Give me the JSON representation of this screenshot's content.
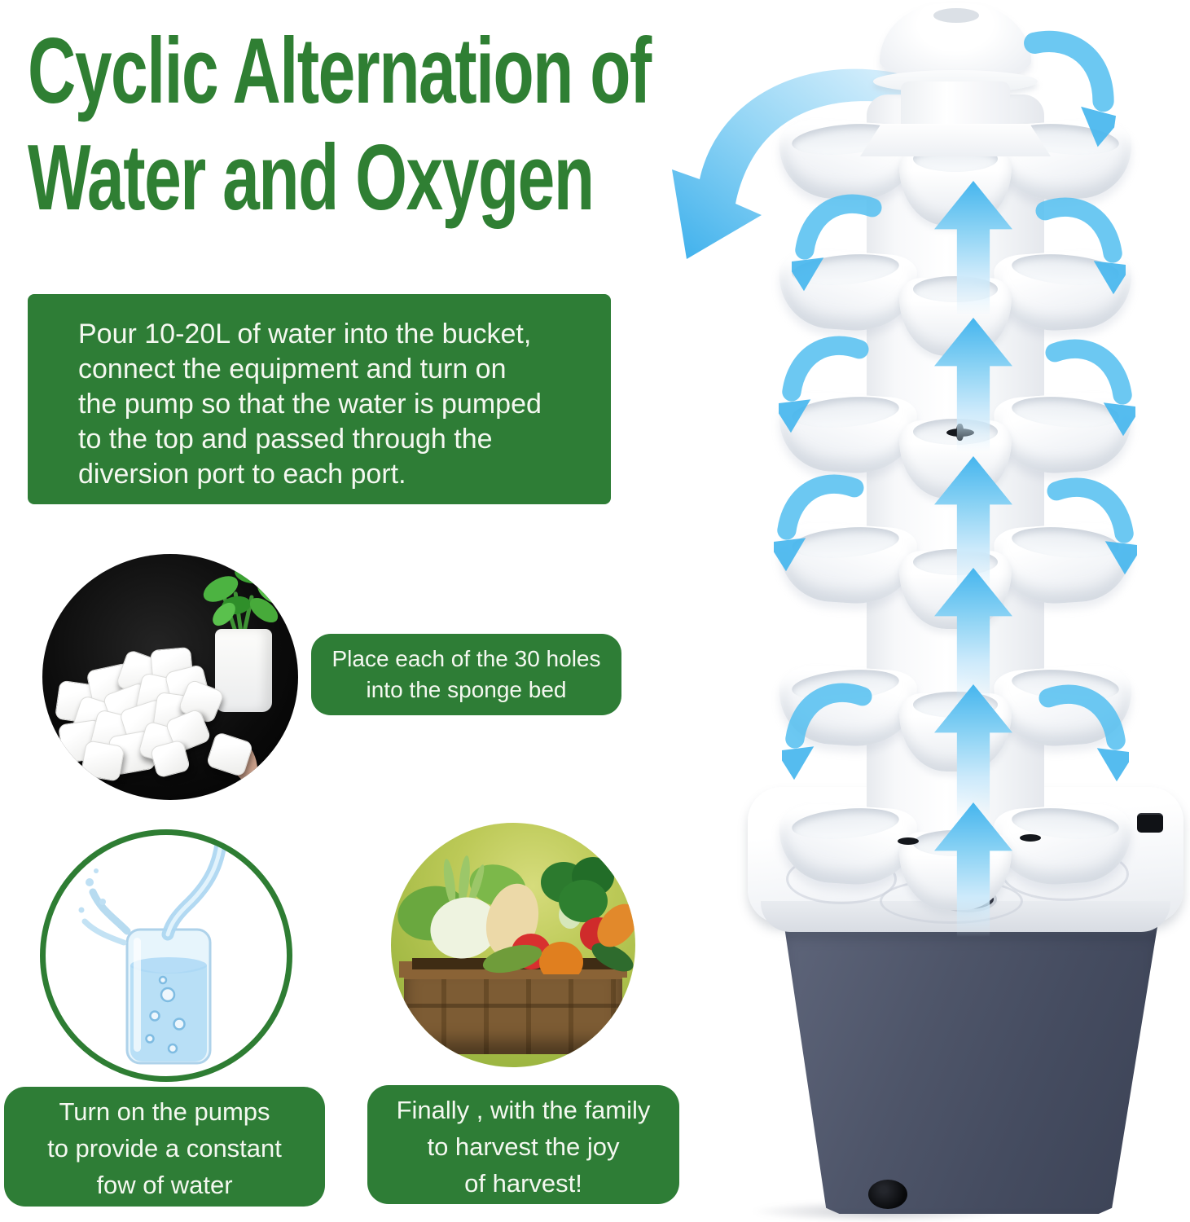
{
  "title": {
    "line1": "Cyclic Alternation of",
    "line2": "Water and Oxygen"
  },
  "intro_box": {
    "lines": [
      "Pour 10-20L of water into the bucket,",
      "connect the equipment and turn on",
      "the pump so that the water is pumped",
      "to the top and passed through the",
      "diversion port to each port."
    ]
  },
  "steps": {
    "sponge": {
      "photo": "sponge-cubes-and-seedling-cup-photo",
      "lines": [
        "Place each of the 30 holes",
        "into the sponge bed"
      ]
    },
    "pump": {
      "photo": "water-pouring-into-glass-photo",
      "lines": [
        "Turn on the pumps",
        "to provide a constant",
        "fow of water"
      ]
    },
    "harvest": {
      "photo": "vegetable-harvest-crate-photo",
      "lines": [
        "Finally , with the family",
        "to harvest the joy",
        "of harvest!"
      ]
    }
  },
  "illustration": {
    "name": "hydroponic-tower-water-cycle",
    "tiers": 6,
    "up_arrows": 6,
    "curved_arrow_pairs": 4
  },
  "colors": {
    "title_green": "#2f7f33",
    "box_green": "#2e7d36",
    "circle_border_green": "#2e7d33",
    "arrow_blue": "#45b5ee",
    "bucket_slate": "#4a5166",
    "pot_white": "#ffffff",
    "text_white": "#f4f8f0",
    "background": "#ffffff"
  }
}
